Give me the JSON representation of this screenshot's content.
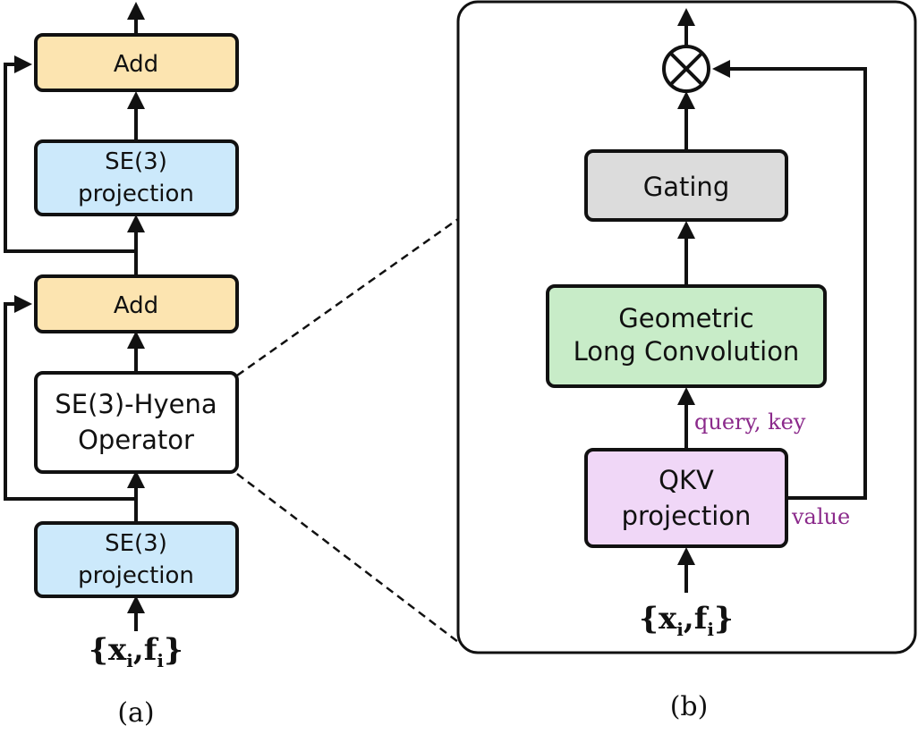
{
  "colors": {
    "add_fill": "#fce4b0",
    "projection_fill": "#cce9fb",
    "hyena_fill": "#ffffff",
    "gating_fill": "#dcdcdc",
    "conv_fill": "#c8ecc8",
    "qkv_fill": "#f0d7f7",
    "annotation_text": "#8b2a8b",
    "stroke": "#111111"
  },
  "panel_a": {
    "caption": "(a)",
    "add_top": "Add",
    "proj_top": {
      "line1": "SE(3)",
      "line2": "projection"
    },
    "add_mid": "Add",
    "hyena": {
      "line1": "SE(3)-Hyena",
      "line2": "Operator"
    },
    "proj_bottom": {
      "line1": "SE(3)",
      "line2": "projection"
    },
    "input": {
      "brace_open": "{",
      "x": "x",
      "sub1": "i",
      "comma": ",",
      "f": "f",
      "sub2": "i",
      "brace_close": "}"
    }
  },
  "panel_b": {
    "caption": "(b)",
    "multiply_symbol": "⊗",
    "gating": "Gating",
    "conv": {
      "line1": "Geometric",
      "line2": "Long Convolution"
    },
    "qkv": {
      "line1": "QKV",
      "line2": "projection"
    },
    "label_query_key": "query, key",
    "label_value": "value",
    "input": {
      "brace_open": "{",
      "x": "x",
      "sub1": "i",
      "comma": ",",
      "f": "f",
      "sub2": "i",
      "brace_close": "}"
    }
  }
}
